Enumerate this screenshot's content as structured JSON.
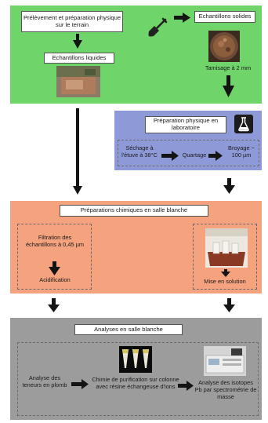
{
  "field": {
    "title": "Prélèvement et préparation physique sur le terrain",
    "solid_samples": "Echantillons solides",
    "liquid_samples": "Echantillons liquides",
    "sieving": "Tamisage à 2 mm"
  },
  "lab": {
    "title": "Préparation physique en laboratoire",
    "drying": "Séchage à l'étuve à 38°C",
    "quartering": "Quartage",
    "grinding": "Broyage ~ 100 µm"
  },
  "chem": {
    "title": "Préparations chimiques en salle blanche",
    "filtration": "Filtration des échantillons à 0,45 µm",
    "acidification": "Acidification",
    "dissolution": "Mise en solution"
  },
  "analysis": {
    "title": "Analyses en salle blanche",
    "lead_content": "Analyse des teneurs en plomb",
    "purification": "Chimie de purification sur colonne avec résine échangeuse d'ions",
    "isotopes": "Analyse des isotopes Pb par spectrométrie de masse"
  },
  "colors": {
    "field_green": "#6fd46a",
    "lab_blue": "#8e9ad8",
    "chem_orange": "#f5a27e",
    "analysis_gray": "#9c9c9c",
    "arrow": "#141414"
  },
  "icons": [
    "shovel-icon",
    "flask-icon"
  ]
}
